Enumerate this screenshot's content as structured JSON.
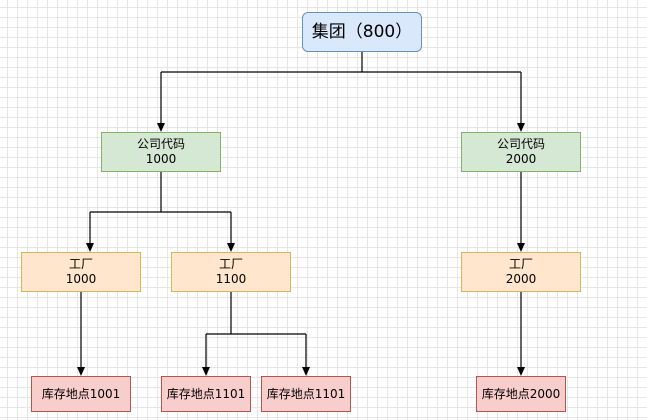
{
  "diagram": {
    "type": "org-tree",
    "root": {
      "label": "集团（800）"
    },
    "companies": [
      {
        "label": "公司代码",
        "code": "1000"
      },
      {
        "label": "公司代码",
        "code": "2000"
      }
    ],
    "plants": [
      {
        "label": "工厂",
        "code": "1000",
        "company": "1000"
      },
      {
        "label": "工厂",
        "code": "1100",
        "company": "1000"
      },
      {
        "label": "工厂",
        "code": "2000",
        "company": "2000"
      }
    ],
    "storage_locations": [
      {
        "label": "库存地点1001",
        "plant": "1000"
      },
      {
        "label": "库存地点1101",
        "plant": "1100"
      },
      {
        "label": "库存地点1101",
        "plant": "1100"
      },
      {
        "label": "库存地点2000",
        "plant": "2000"
      }
    ],
    "colors": {
      "root_fill": "#dae8fc",
      "root_stroke": "#6c8ebf",
      "company_fill": "#d5e8d4",
      "company_stroke": "#82b366",
      "plant_fill": "#ffe6cc",
      "plant_stroke": "#d6b656",
      "storage_fill": "#f8cecc",
      "storage_stroke": "#b85450",
      "edge": "#000000",
      "grid": "#e6e6e6"
    }
  }
}
